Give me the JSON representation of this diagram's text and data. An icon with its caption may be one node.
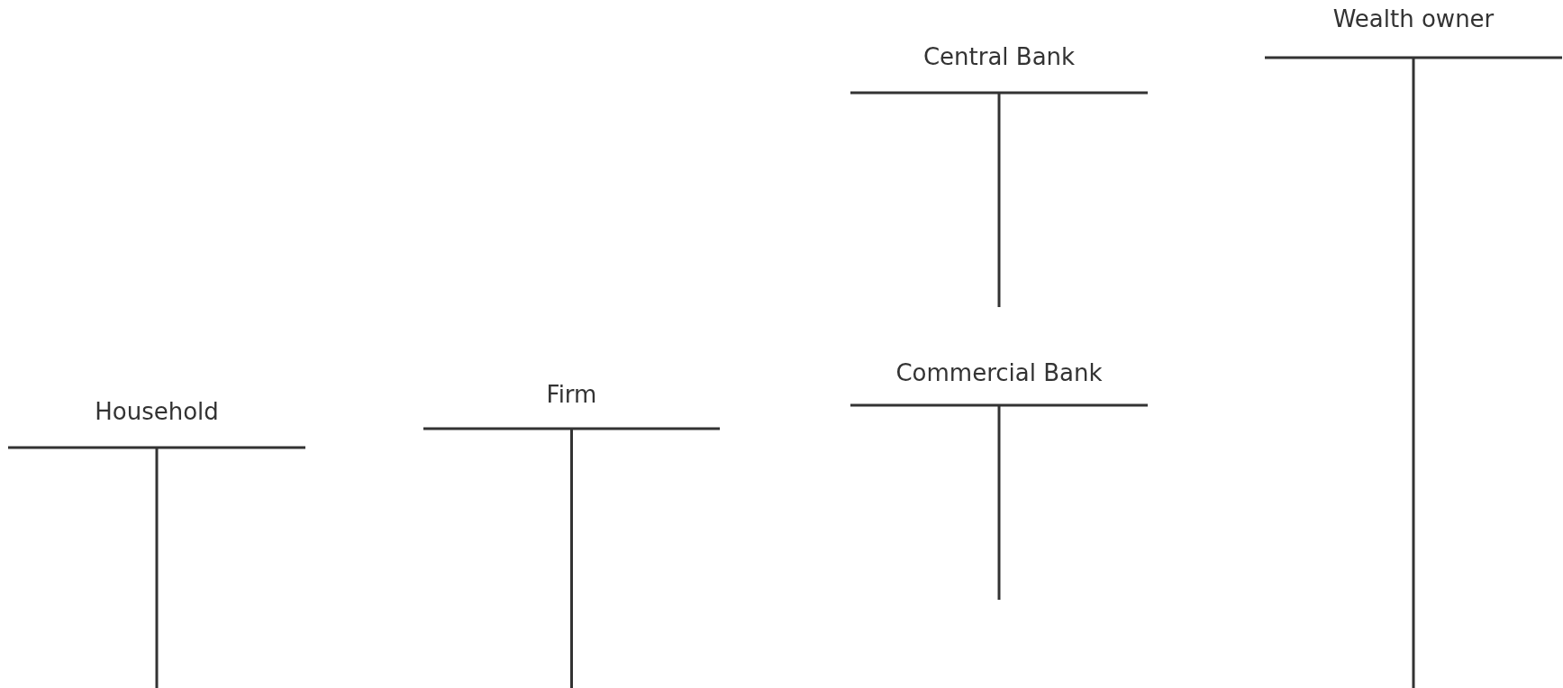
{
  "diagram": {
    "nodes": [
      {
        "text": [
          "Household"
        ]
      },
      {
        "text": [
          "Firm"
        ]
      },
      {
        "text": [
          "Central Bank"
        ]
      },
      {
        "text": [
          "Commercial Bank"
        ]
      },
      {
        "text": [
          "Wealth owner"
        ]
      }
    ]
  }
}
